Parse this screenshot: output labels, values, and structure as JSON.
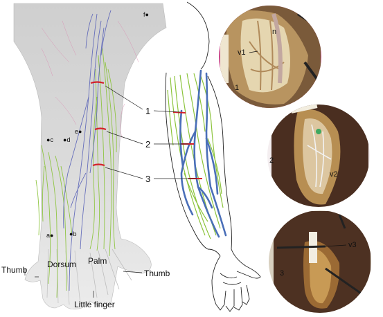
{
  "specimen": {
    "point_labels": [
      "a",
      "b",
      "c",
      "d",
      "e",
      "f"
    ],
    "region_labels": {
      "dorsum": "Dorsum",
      "palm": "Palm"
    },
    "thumb_left": "Thumb",
    "thumb_right": "Thumb",
    "little_finger": "Little finger"
  },
  "leaders": {
    "n1": "1",
    "n2": "2",
    "n3": "3"
  },
  "photos": {
    "top": {
      "n": "n",
      "v1": "v1",
      "num": "1"
    },
    "middle": {
      "num": "2",
      "v2": "v2"
    },
    "bottom": {
      "v3": "v3",
      "num": "3"
    }
  },
  "colors": {
    "vein_blue": "#4a6fb8",
    "nerve_green": "#8cc43c",
    "incision_red": "#d4202a",
    "skin_grey": "#d3d3d3",
    "photo_bg": "#c9488a"
  }
}
